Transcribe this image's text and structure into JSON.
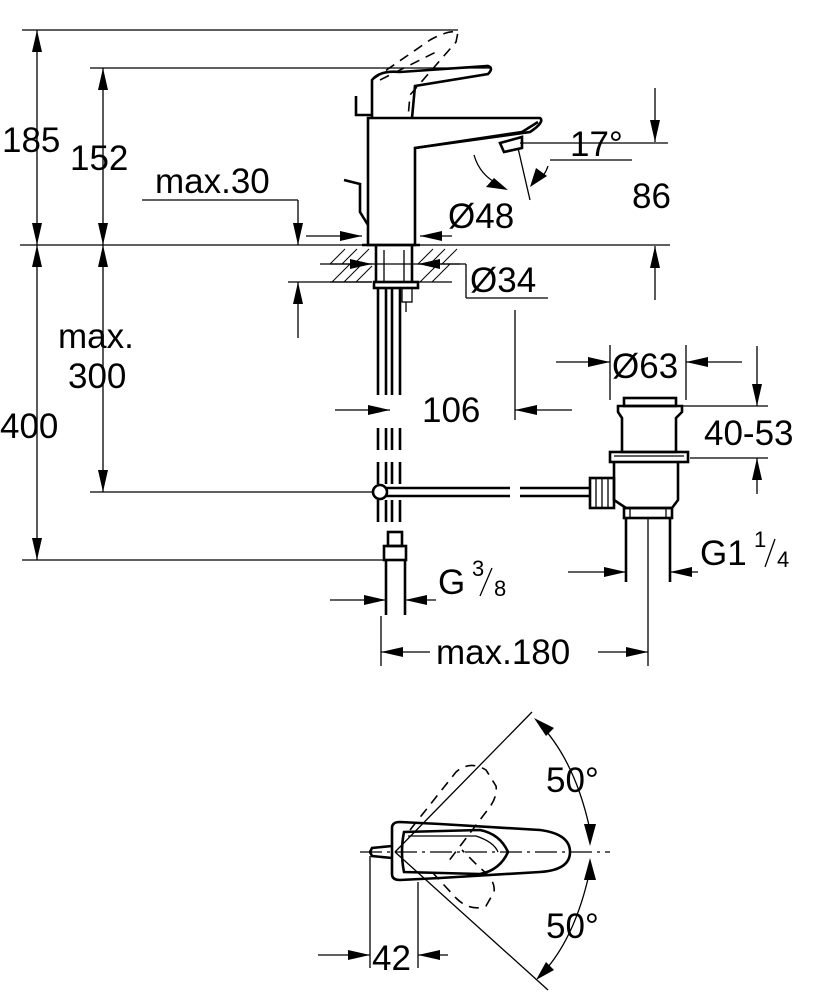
{
  "drawing": {
    "dimensions": {
      "height_total": "185",
      "height_lever": "152",
      "max_deck_thickness": "max.30",
      "spout_angle": "17°",
      "spout_height": "86",
      "base_diameter": "Ø48",
      "hole_diameter": "Ø34",
      "max_length_line1": "max.",
      "max_length_line2": "300",
      "overall_height": "400",
      "projection": "106",
      "waste_diameter": "Ø63",
      "waste_range": "40-53",
      "connection_inlet_base": "G",
      "connection_inlet_num": "3",
      "connection_inlet_den": "8",
      "connection_waste_base": "G1",
      "connection_waste_num": "1",
      "connection_waste_den": "4",
      "max_distance": "max.180",
      "rotation_upper": "50°",
      "rotation_lower": "50°",
      "lever_offset": "42"
    }
  }
}
